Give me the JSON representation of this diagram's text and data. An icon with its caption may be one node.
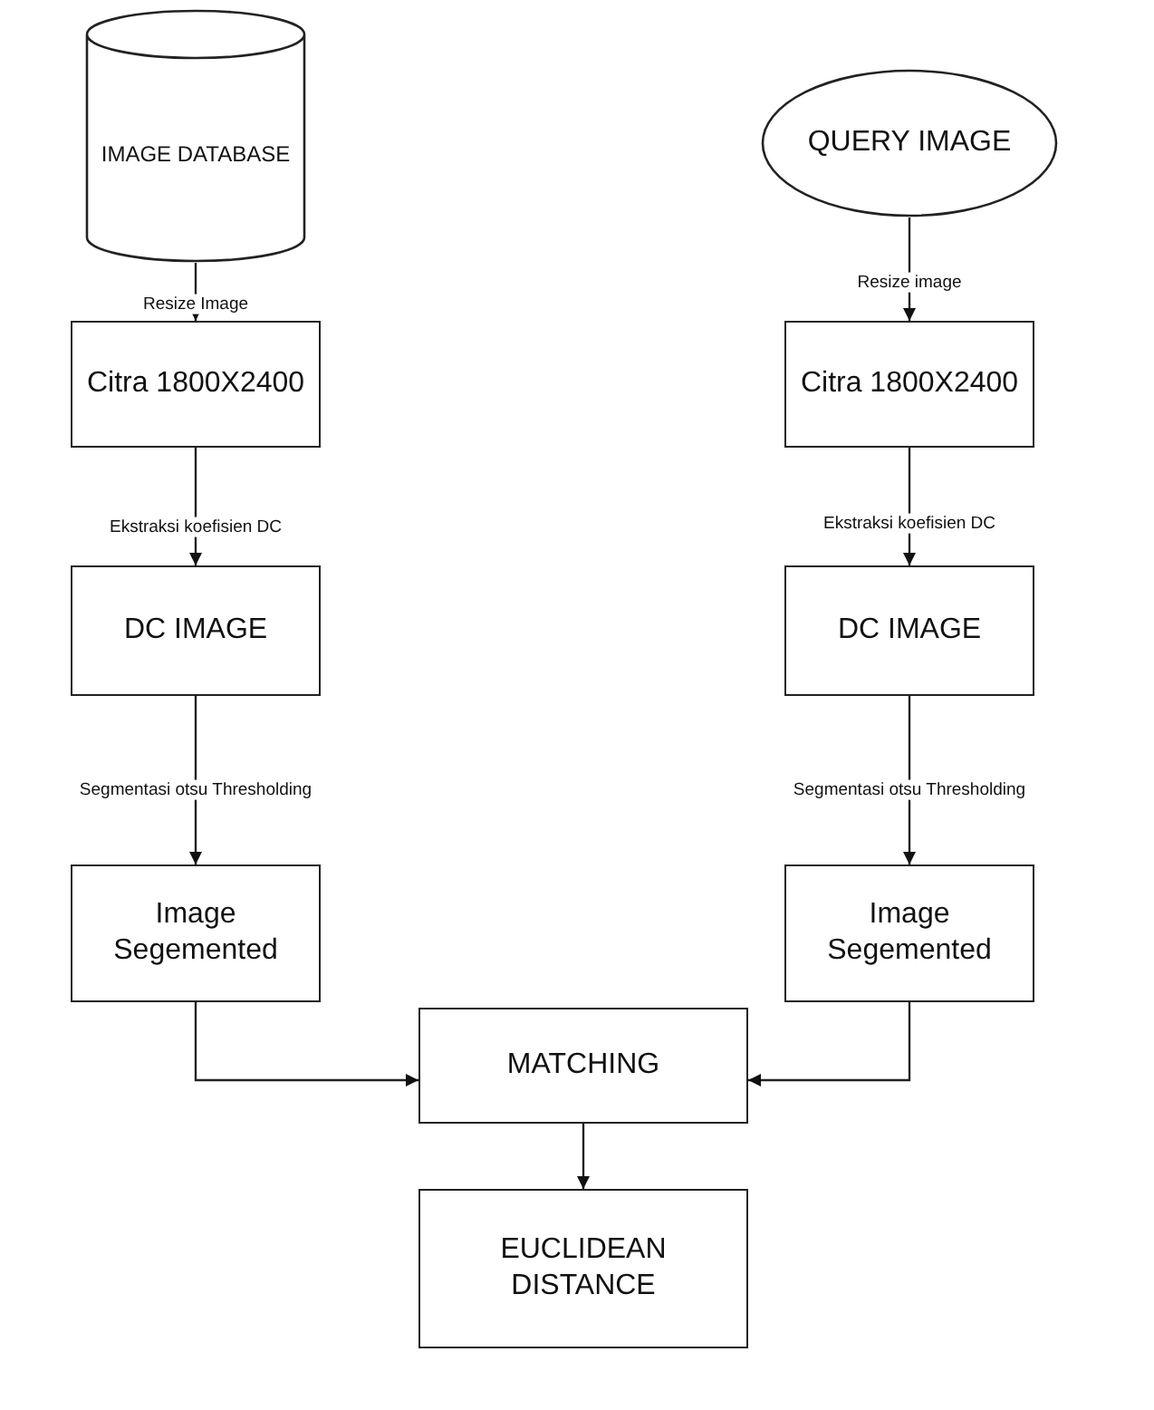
{
  "diagram": {
    "nodes": [
      {
        "text": [
          "IMAGE DATABASE"
        ]
      },
      {
        "text": [
          "QUERY IMAGE"
        ]
      },
      {
        "text": [
          "Citra 1800X2400"
        ]
      },
      {
        "text": [
          "Citra 1800X2400"
        ]
      },
      {
        "text": [
          "DC IMAGE"
        ]
      },
      {
        "text": [
          "DC IMAGE"
        ]
      },
      {
        "text": [
          "Image Segemented"
        ]
      },
      {
        "text": [
          "Image Segemented"
        ]
      },
      {
        "text": [
          "MATCHING"
        ]
      },
      {
        "text": [
          "EUCLIDEAN DISTANCE"
        ]
      }
    ],
    "edges": [
      {
        "from": 0,
        "to": 2,
        "arrow": "to",
        "label": "Resize Image"
      },
      {
        "from": 1,
        "to": 3,
        "arrow": "to",
        "label": "Resize image"
      },
      {
        "from": 2,
        "to": 4,
        "arrow": "to",
        "label": "Ekstraksi koefisien DC"
      },
      {
        "from": 3,
        "to": 5,
        "arrow": "to",
        "label": "Ekstraksi koefisien DC"
      },
      {
        "from": 4,
        "to": 6,
        "arrow": "to",
        "label": "Segmentasi otsu Thresholding"
      },
      {
        "from": 5,
        "to": 7,
        "arrow": "to",
        "label": "Segmentasi otsu Thresholding"
      },
      {
        "from": 6,
        "to": 8,
        "arrow": "to"
      },
      {
        "from": 7,
        "to": 8,
        "arrow": "to"
      },
      {
        "from": 8,
        "to": 9,
        "arrow": "to"
      }
    ]
  }
}
